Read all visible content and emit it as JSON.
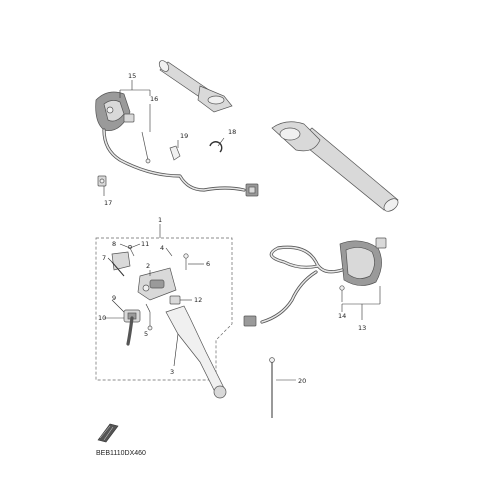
{
  "diagram": {
    "catalog_code": "BEB1110DX460",
    "icons": {
      "corner_logo": "book-icon"
    },
    "callouts": [
      {
        "id": "c1",
        "label": "1"
      },
      {
        "id": "c2",
        "label": "2"
      },
      {
        "id": "c3",
        "label": "3"
      },
      {
        "id": "c4",
        "label": "4"
      },
      {
        "id": "c5",
        "label": "5"
      },
      {
        "id": "c6",
        "label": "6"
      },
      {
        "id": "c7",
        "label": "7"
      },
      {
        "id": "c8",
        "label": "8"
      },
      {
        "id": "c9",
        "label": "9"
      },
      {
        "id": "c10",
        "label": "10"
      },
      {
        "id": "c11",
        "label": "11"
      },
      {
        "id": "c12",
        "label": "12"
      },
      {
        "id": "c13",
        "label": "13"
      },
      {
        "id": "c14",
        "label": "14"
      },
      {
        "id": "c15",
        "label": "15"
      },
      {
        "id": "c16",
        "label": "16"
      },
      {
        "id": "c17",
        "label": "17"
      },
      {
        "id": "c18",
        "label": "18"
      },
      {
        "id": "c19",
        "label": "19"
      },
      {
        "id": "c20",
        "label": "20"
      }
    ]
  }
}
